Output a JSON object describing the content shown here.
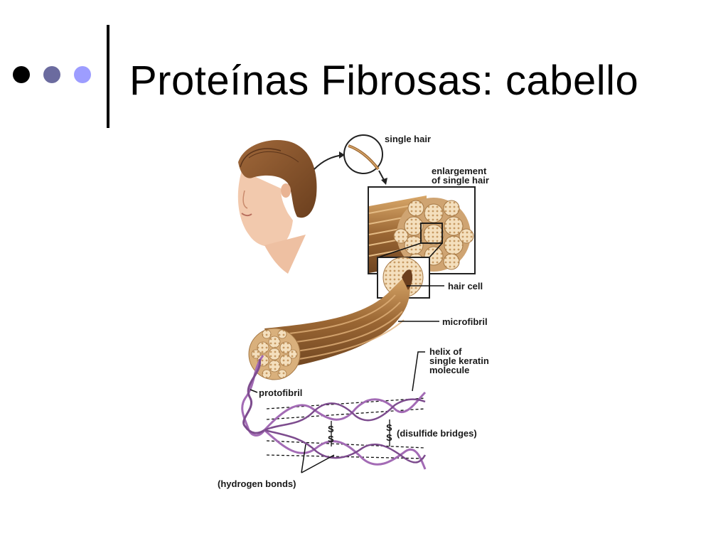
{
  "slide": {
    "title": "Proteínas Fibrosas: cabello",
    "accent_colors": {
      "dot_1": "#000000",
      "dot_2": "#6b6b9f",
      "dot_3": "#9d9dff"
    }
  },
  "figure": {
    "labels": {
      "single_hair": "single hair",
      "enlargement_line1": "enlargement",
      "enlargement_line2": "of single hair",
      "hair_cell": "hair cell",
      "microfibril": "microfibril",
      "helix_line1": "helix of",
      "helix_line2": "single keratin",
      "helix_line3": "molecule",
      "protofibril": "protofibril",
      "disulfide": "(disulfide bridges)",
      "hydrogen": "(hydrogen bonds)",
      "s_symbol": "S"
    },
    "colors": {
      "hair": "#8a5a2b",
      "skin": "#f3cdb3",
      "fiber": "#c9955a",
      "fiber_light": "#f2d9b0",
      "helix": "#a36bb5"
    },
    "icons": [
      "head-illustration",
      "single-hair-magnifier",
      "cross-section-view",
      "microfibril-bundle",
      "keratin-helix"
    ]
  }
}
